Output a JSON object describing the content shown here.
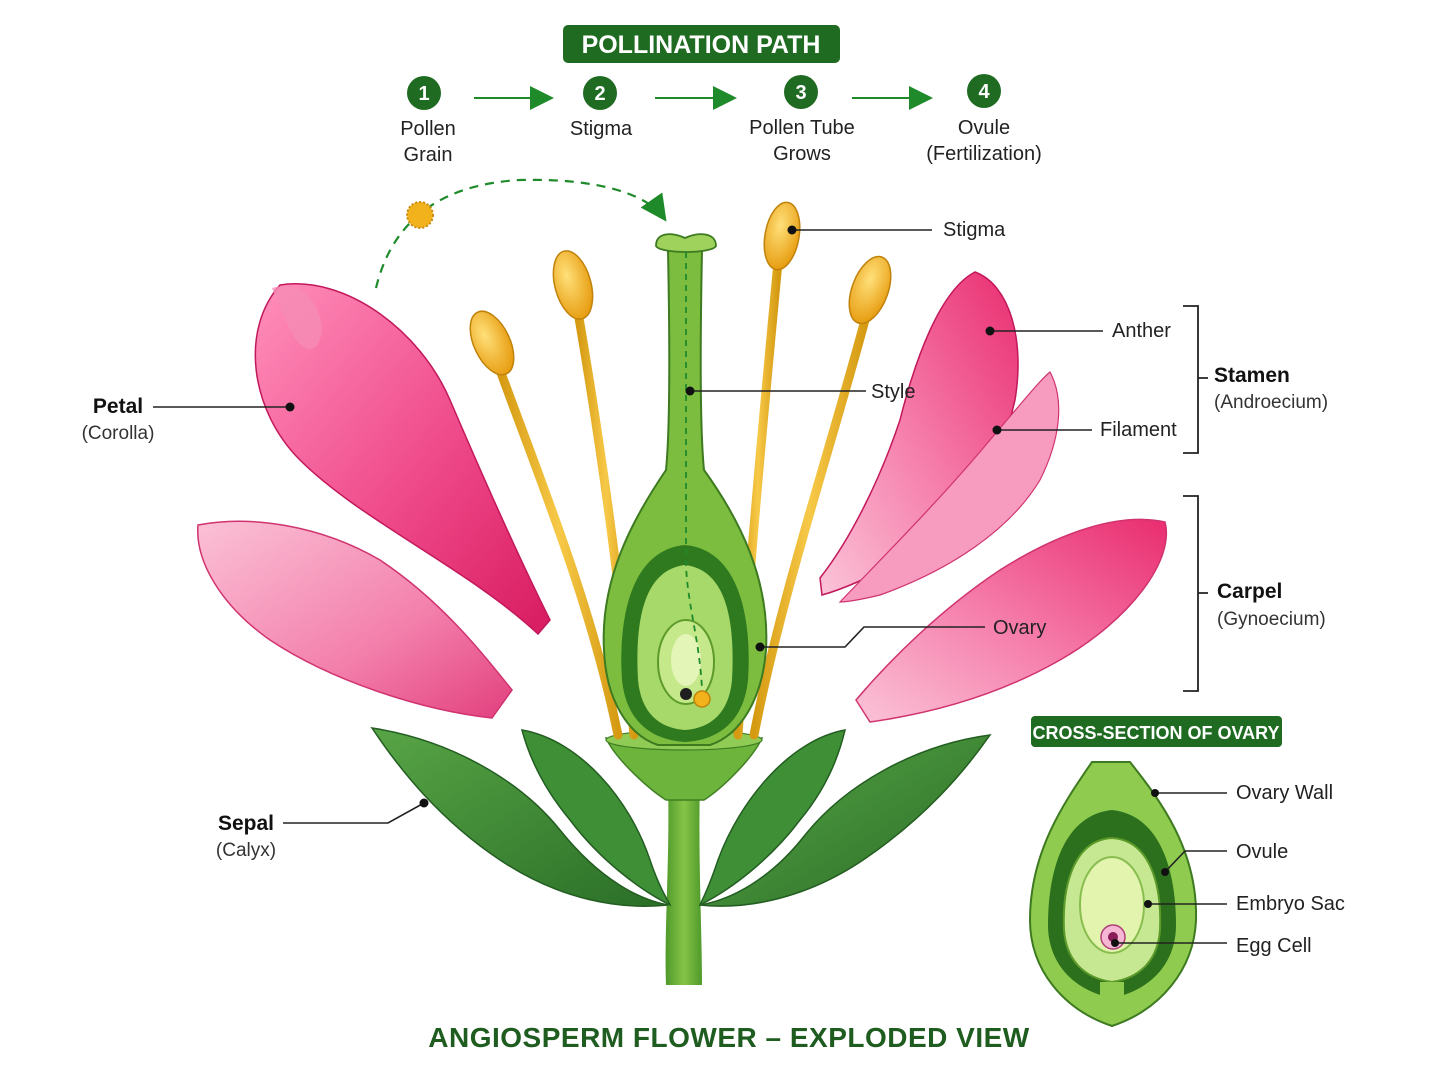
{
  "pollination": {
    "title": "POLLINATION PATH",
    "steps": [
      {
        "num": "1",
        "line1": "Pollen",
        "line2": "Grain"
      },
      {
        "num": "2",
        "line1": "Stigma",
        "line2": ""
      },
      {
        "num": "3",
        "line1": "Pollen Tube",
        "line2": "Grows"
      },
      {
        "num": "4",
        "line1": "Ovule",
        "line2": "(Fertilization)"
      }
    ]
  },
  "labels": {
    "petal": "Petal",
    "petal_sub": "(Corolla)",
    "sepal": "Sepal",
    "sepal_sub": "(Calyx)",
    "stigma": "Stigma",
    "style": "Style",
    "anther": "Anther",
    "filament": "Filament",
    "stamen": "Stamen",
    "stamen_sub": "(Androecium)",
    "carpel": "Carpel",
    "carpel_sub": "(Gynoecium)",
    "ovary": "Ovary"
  },
  "cross_section": {
    "title": "CROSS-SECTION OF OVARY",
    "labels": {
      "ovary_wall": "Ovary Wall",
      "ovule": "Ovule",
      "embryo_sac": "Embryo Sac",
      "egg_cell": "Egg Cell"
    }
  },
  "footer": "ANGIOSPERM FLOWER – EXPLODED VIEW",
  "colors": {
    "brand_green": "#1f6b22",
    "petal_pink": "#e8357a",
    "petal_light": "#f7a9c8",
    "leaf_green": "#3d8b34",
    "stem_green": "#6cb33a",
    "pollen_yellow": "#f2b21c"
  }
}
